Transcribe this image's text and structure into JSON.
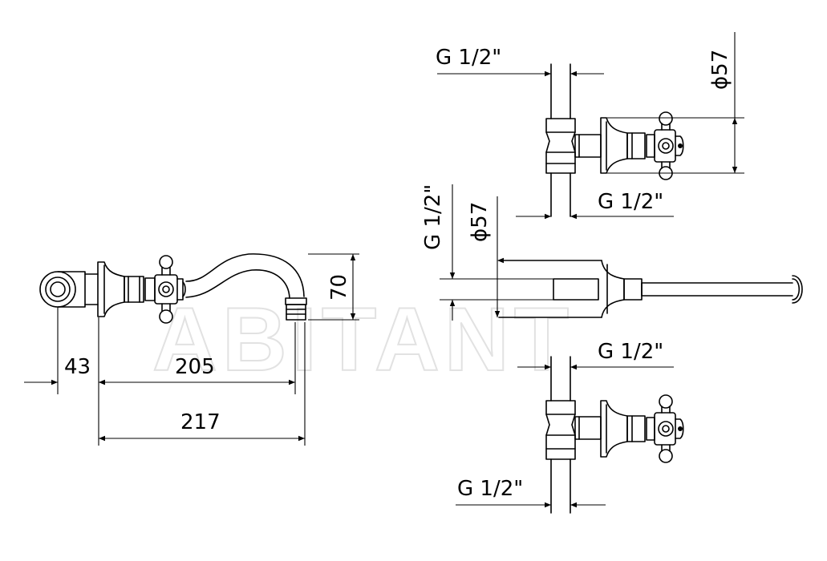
{
  "watermark": "ABITANT",
  "side_view": {
    "dim_wall": "43",
    "dim_spout_reach": "205",
    "dim_overall": "217",
    "dim_height": "70"
  },
  "plan_view": {
    "top_valve_inlet_label": "G 1/2\"",
    "top_valve_outlet_label": "G 1/2\"",
    "top_valve_diameter": "ϕ57",
    "spout_connection_label": "G 1/2\"",
    "spout_diameter": "ϕ57",
    "bottom_valve_inlet_label": "G 1/2\"",
    "bottom_valve_outlet_label": "G 1/2\""
  }
}
